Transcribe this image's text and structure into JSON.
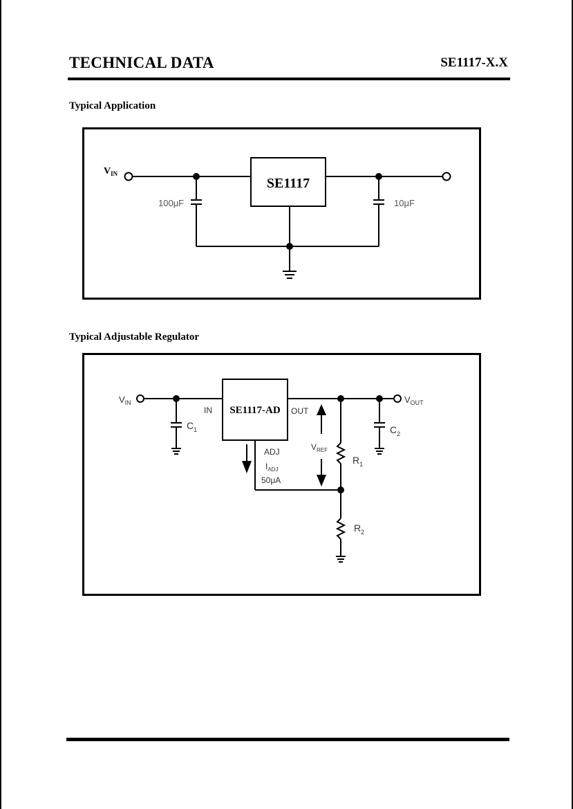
{
  "header": {
    "title": "TECHNICAL DATA",
    "part_number": "SE1117-X.X"
  },
  "section1": {
    "heading": "Typical Application",
    "chip_label": "SE1117",
    "vin_label": "V",
    "vin_sub": "IN",
    "cap_in_label": "100μF",
    "cap_out_label": "10μF"
  },
  "section2": {
    "heading": "Typical Adjustable Regulator",
    "chip_label": "SE1117-AD",
    "vin_label": "V",
    "vin_sub": "IN",
    "vout_label": "V",
    "vout_sub": "OUT",
    "pin_in": "IN",
    "pin_out": "OUT",
    "pin_adj": "ADJ",
    "iadj_label": "I",
    "iadj_sub": "ADJ",
    "iadj_value": "50μA",
    "vref_label": "V",
    "vref_sub": "REF",
    "c1_label": "C",
    "c1_sub": "1",
    "c2_label": "C",
    "c2_sub": "2",
    "r1_label": "R",
    "r1_sub": "1",
    "r2_label": "R",
    "r2_sub": "2"
  }
}
